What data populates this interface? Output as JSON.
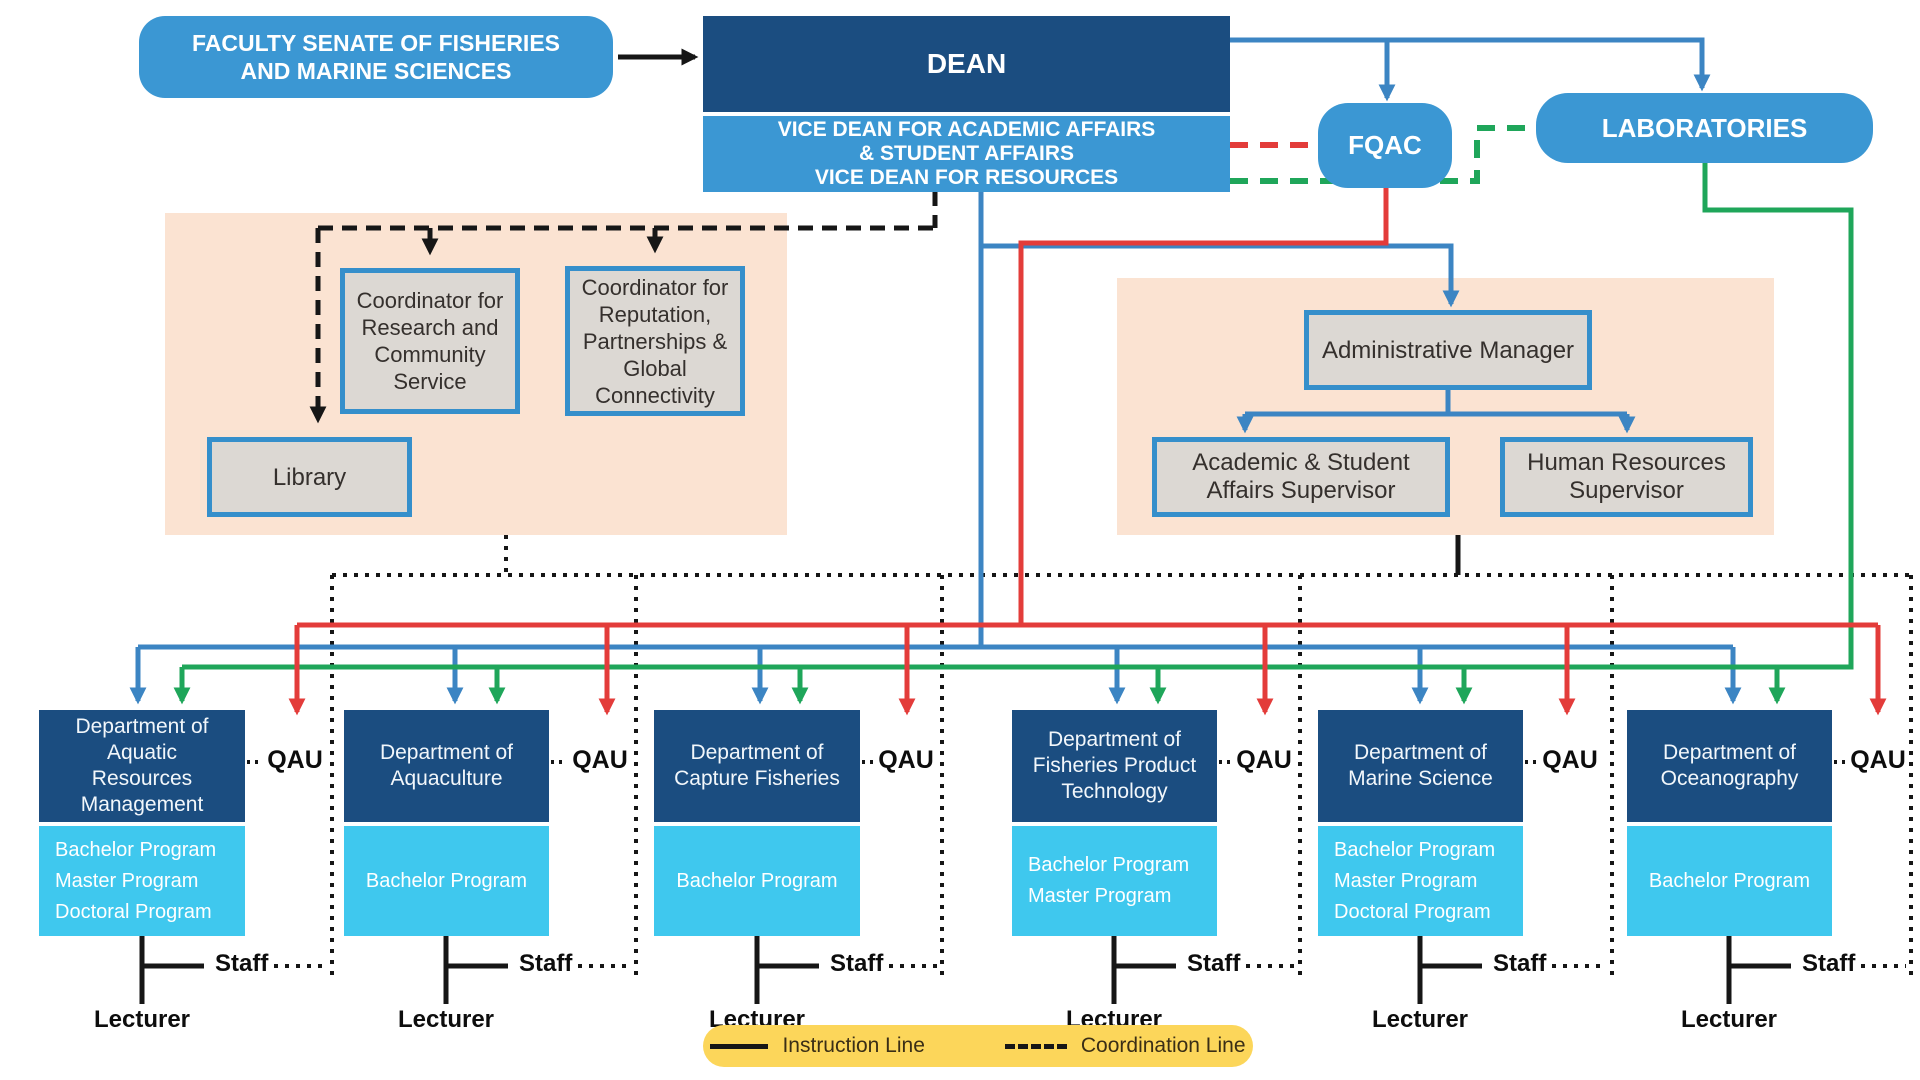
{
  "title_boxes": {
    "senate": "FACULTY SENATE OF FISHERIES\nAND MARINE SCIENCES",
    "dean": "DEAN",
    "vice_dean": "VICE DEAN FOR ACADEMIC AFFAIRS\n& STUDENT AFFAIRS\nVICE DEAN FOR RESOURCES",
    "fqac": "FQAC",
    "laboratories": "LABORATORIES"
  },
  "coordination_units": {
    "coordinator_research": "Coordinator for\nResearch and\nCommunity\nService",
    "coordinator_reputation": "Coordinator for\nReputation,\nPartnerships &\nGlobal\nConnectivity",
    "library": "Library"
  },
  "administration": {
    "manager": "Administrative Manager",
    "academic_supervisor": "Academic & Student\nAffairs Supervisor",
    "hr_supervisor": "Human Resources\nSupervisor"
  },
  "labels": {
    "qau": "QAU",
    "staff": "Staff",
    "lecturer": "Lecturer"
  },
  "departments": [
    {
      "name": "Department of\nAquatic\nResources\nManagement",
      "programs": "Bachelor Program\nMaster Program\nDoctoral Program"
    },
    {
      "name": "Department of\nAquaculture",
      "programs": "Bachelor Program"
    },
    {
      "name": "Department of\nCapture Fisheries",
      "programs": "Bachelor Program"
    },
    {
      "name": "Department of\nFisheries Product\nTechnology",
      "programs": "Bachelor Program\nMaster Program"
    },
    {
      "name": "Department of\nMarine Science",
      "programs": "Bachelor Program\nMaster Program\nDoctoral Program"
    },
    {
      "name": "Department of\nOceanography",
      "programs": "Bachelor Program"
    }
  ],
  "legend": {
    "instruction": "Instruction Line",
    "coordination": "Coordination Line"
  },
  "colors": {
    "navy": "#1b4d80",
    "box_blue": "#3b97d3",
    "program_cyan": "#3fc8ee",
    "panel_peach": "#fbe3d2",
    "gray_box": "#dcd8d3",
    "border_blue": "#358fcb",
    "line_blue": "#3c85c3",
    "line_red": "#e33c3a",
    "line_green": "#1fa65a",
    "line_black": "#161616",
    "legend_yellow": "#fcd65a"
  }
}
